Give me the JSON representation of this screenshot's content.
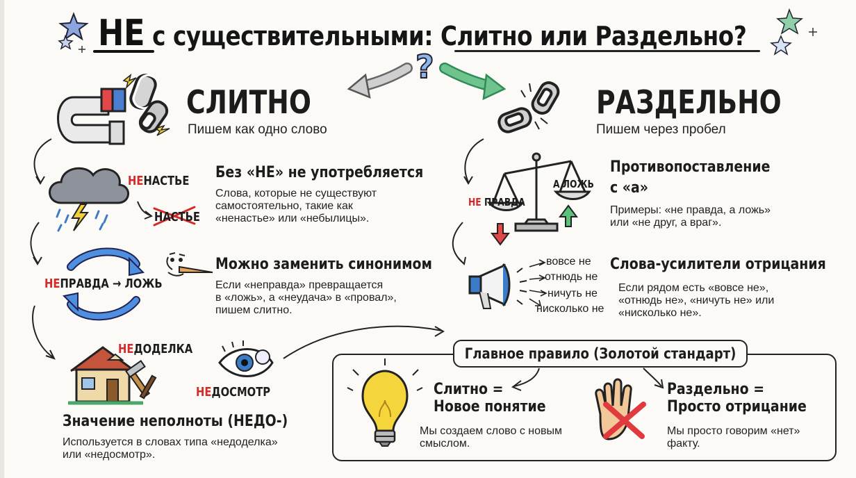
{
  "title": {
    "ne": "НЕ",
    "rest": "с существительными: Слитно или Раздельно?"
  },
  "slitno": {
    "heading": "СЛИТНО",
    "sub": "Пишем как одно слово"
  },
  "razdelno": {
    "heading": "РАЗДЕЛЬНО",
    "sub": "Пишем через пробел"
  },
  "question_mark": "?",
  "rules_left": [
    {
      "title": "Без «НЕ» не употребляется",
      "text": [
        "Слова, которые не существуют",
        "самостоятельно, такие как",
        "«ненастье» или «небылицы»."
      ],
      "label_ne": "НЕ",
      "label_rest": "НАСТЬЕ",
      "crossed": "НАСТЬЕ"
    },
    {
      "title": "Можно заменить синонимом",
      "text": [
        "Если «неправда» превращается",
        "в «ложь», а «неудача» в «провал»,",
        "пишем слитно."
      ],
      "label_ne": "НЕ",
      "label_rest": "ПРАВДА",
      "arrow": "→",
      "synonym": "ЛОЖЬ"
    },
    {
      "title": "Значение неполноты (НЕДО-)",
      "text": [
        "Используется в словах типа «недоделка»",
        "или «недосмотр»."
      ],
      "label1_ne": "НЕ",
      "label1_rest": "ДОДЕЛКА",
      "label2_ne": "НЕ",
      "label2_rest": "ДОСМОТР"
    }
  ],
  "rules_right": [
    {
      "title_line1": "Противопоставление",
      "title_line2": "с «а»",
      "text": [
        "Примеры: «не правда, а ложь»",
        "или «не друг, а враг»."
      ],
      "scale_left_ne": "НЕ",
      "scale_left_rest": "ПРАВДА",
      "scale_right": "А ЛОЖЬ"
    },
    {
      "title": "Слова-усилители отрицания",
      "text": [
        "Если рядом есть «вовсе не»,",
        "«отнюдь не», «ничуть не» или",
        "«нисколько не»."
      ],
      "intensifiers": [
        "вовсе не",
        "отнюдь не",
        "ничуть не",
        "нисколько не"
      ]
    }
  ],
  "golden": {
    "header": "Главное правило (Золотой стандарт)",
    "left_title": [
      "Слитно =",
      "Новое понятие"
    ],
    "left_text": [
      "Мы создаем слово с новым",
      "смыслом."
    ],
    "right_title": [
      "Раздельно =",
      "Просто отрицание"
    ],
    "right_text": [
      "Мы просто говорим «нет»",
      "факту."
    ]
  },
  "colors": {
    "accent_red": "#d42a2a",
    "ink": "#1c1c1c",
    "blue": "#3b7cc9",
    "green": "#4aa86a",
    "yellow": "#f2d13a",
    "paper": "#fbfaf7"
  }
}
